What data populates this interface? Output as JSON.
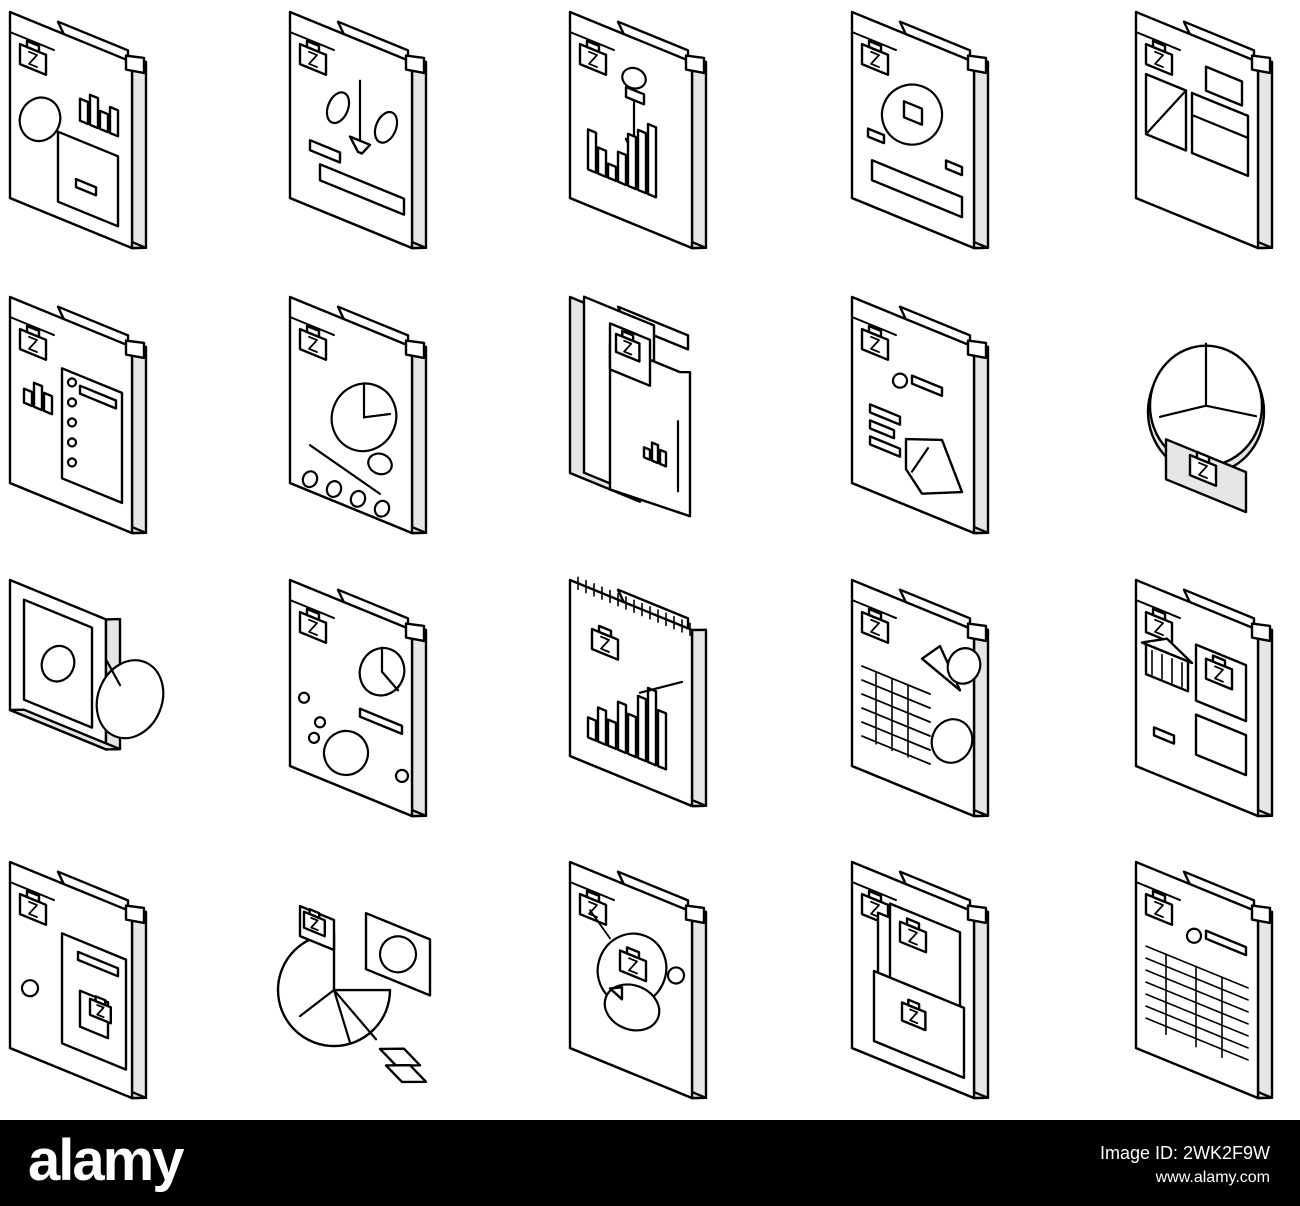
{
  "colors": {
    "ink": "#000000",
    "paper": "#ffffff",
    "shade": "#e6e6e6",
    "footer_bg": "#000000",
    "footer_text": "#ffffff"
  },
  "footer": {
    "brand": "alamy",
    "image_id": "Image ID: 2WK2F9W",
    "url": "www.alamy.com"
  },
  "icons": [
    {
      "name": "report-pie-bars-icon"
    },
    {
      "name": "scales-balance-icon"
    },
    {
      "name": "user-downtrend-chart-icon"
    },
    {
      "name": "gear-finance-icon"
    },
    {
      "name": "dashboard-layout-icon"
    },
    {
      "name": "checklist-report-icon"
    },
    {
      "name": "pie-report-icon"
    },
    {
      "name": "book-analysis-icon"
    },
    {
      "name": "area-chart-report-icon"
    },
    {
      "name": "pie-chart-briefcase-icon"
    },
    {
      "name": "money-bill-coin-icon"
    },
    {
      "name": "gear-process-report-icon"
    },
    {
      "name": "calendar-bar-chart-icon"
    },
    {
      "name": "spreadsheet-report-icon"
    },
    {
      "name": "bank-report-icon"
    },
    {
      "name": "document-flow-icon"
    },
    {
      "name": "pie-chart-chat-icon"
    },
    {
      "name": "gear-cycle-icon"
    },
    {
      "name": "folder-documents-icon"
    },
    {
      "name": "table-report-icon"
    }
  ]
}
